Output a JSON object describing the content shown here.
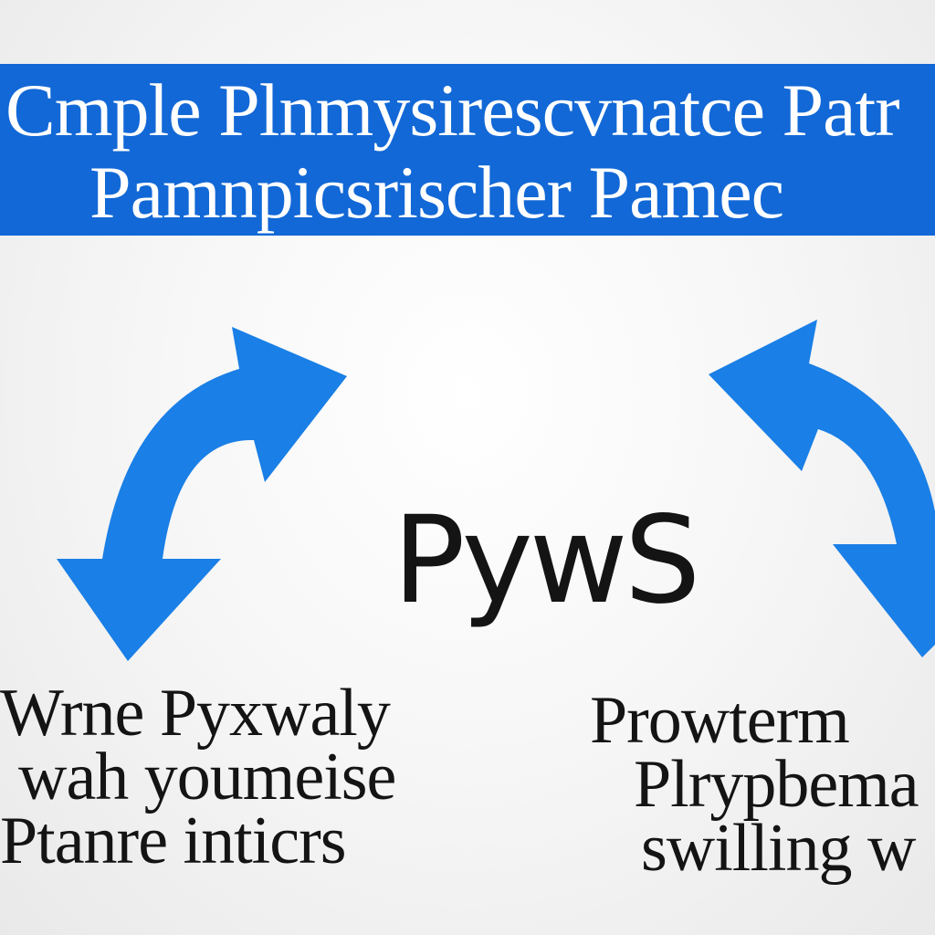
{
  "banner": {
    "line1": "Cmple Plnmysirescvnatce Patr",
    "line2": "Pamnpicsrischer Pamec"
  },
  "center": {
    "label": "PywS"
  },
  "captions": {
    "left": [
      "Wrne Pyxwaly",
      "wah youmeise",
      "Ptanre inticrs"
    ],
    "right": [
      "Prowterm",
      "Plrypbema",
      "swilling w"
    ]
  },
  "colors": {
    "banner": "#1268d6",
    "arrow": "#1a7fe6",
    "text": "#141414",
    "banner_text": "#ffffff"
  },
  "icons": {
    "left": "cycle-arrows-icon",
    "right": "cycle-arrows-icon"
  }
}
